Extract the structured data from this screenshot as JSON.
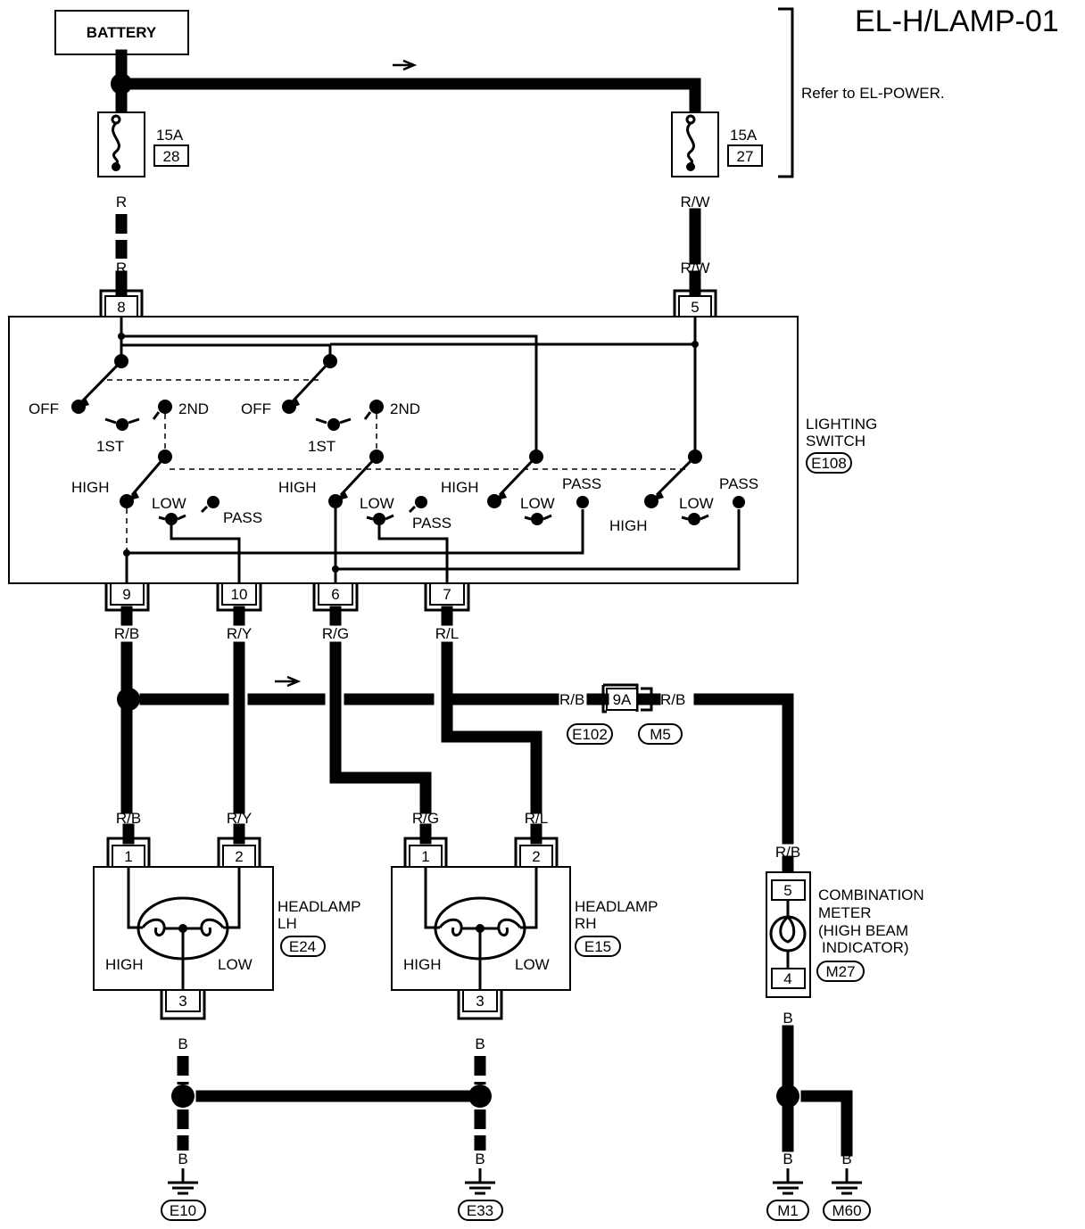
{
  "title": "EL-H/LAMP-01",
  "battery": "BATTERY",
  "refer_note": "Refer to EL-POWER.",
  "fuses": [
    {
      "amp": "15A",
      "num": "28"
    },
    {
      "amp": "15A",
      "num": "27"
    }
  ],
  "wires": {
    "r": "R",
    "rw": "R/W",
    "rb": "R/B",
    "ry": "R/Y",
    "rg": "R/G",
    "rl": "R/L",
    "b": "B"
  },
  "switch": {
    "name_line1": "LIGHTING",
    "name_line2": "SWITCH",
    "connector": "E108",
    "pins": [
      "8",
      "5",
      "9",
      "10",
      "6",
      "7"
    ],
    "pos_off": "OFF",
    "pos_1st": "1ST",
    "pos_2nd": "2ND",
    "pos_high": "HIGH",
    "pos_low": "LOW",
    "pos_pass": "PASS"
  },
  "joint": {
    "pin": "9A",
    "conn_left": "E102",
    "conn_right": "M5"
  },
  "headlamp_lh": {
    "line1": "HEADLAMP",
    "line2": "LH",
    "connector": "E24",
    "pins": [
      "1",
      "2",
      "3"
    ],
    "high": "HIGH",
    "low": "LOW"
  },
  "headlamp_rh": {
    "line1": "HEADLAMP",
    "line2": "RH",
    "connector": "E15",
    "pins": [
      "1",
      "2",
      "3"
    ],
    "high": "HIGH",
    "low": "LOW"
  },
  "meter": {
    "line1": "COMBINATION",
    "line2": "METER",
    "line3": "(HIGH BEAM",
    "line4": "INDICATOR)",
    "connector": "M27",
    "pins": [
      "5",
      "4"
    ]
  },
  "grounds": [
    "E10",
    "E33",
    "M1",
    "M60"
  ]
}
